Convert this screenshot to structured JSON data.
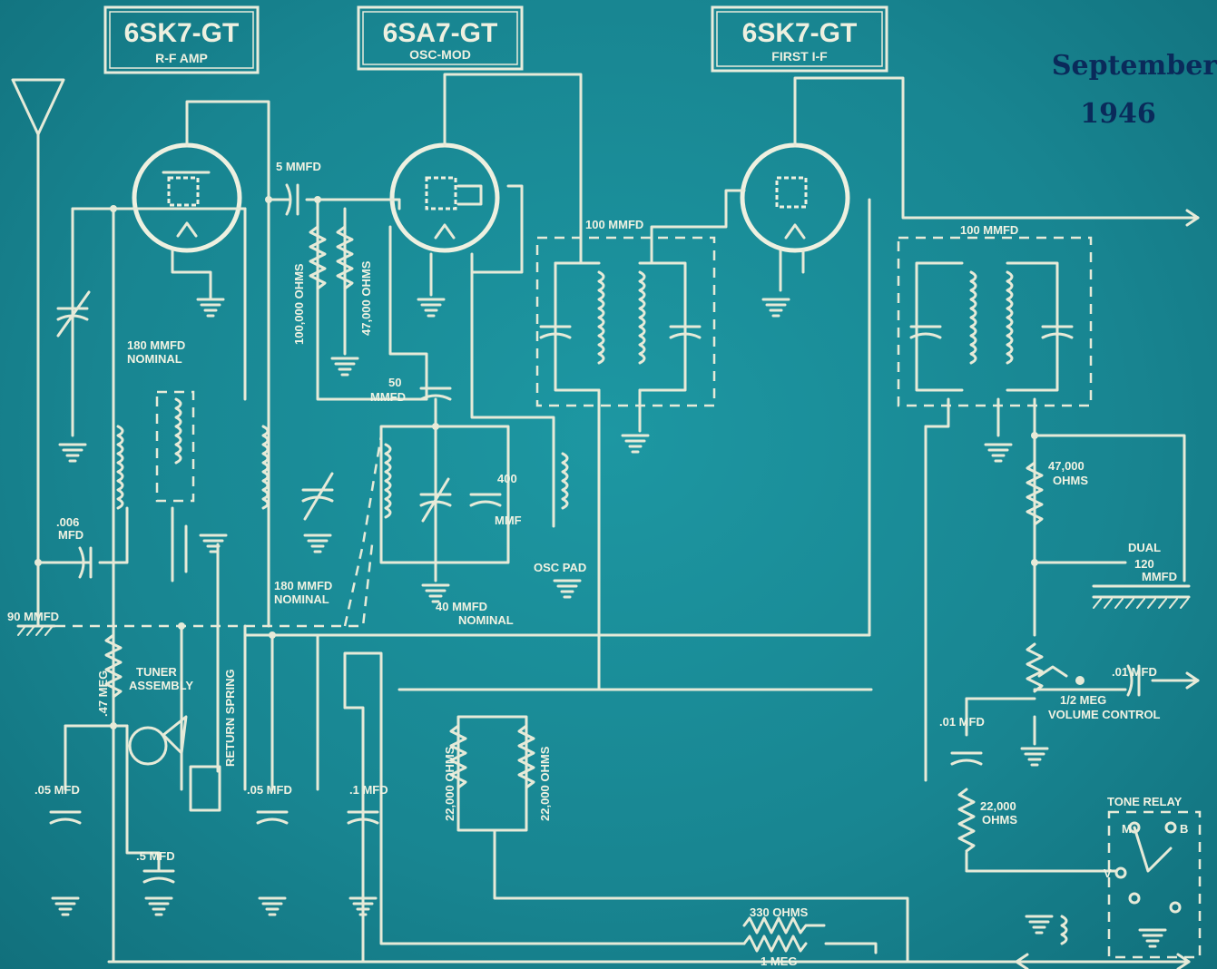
{
  "tubes": [
    {
      "type": "6SK7-GT",
      "function": "R-F AMP"
    },
    {
      "type": "6SA7-GT",
      "function": "OSC-MOD"
    },
    {
      "type": "6SK7-GT",
      "function": "FIRST I-F"
    }
  ],
  "date": {
    "month": "September",
    "year": "1946"
  },
  "labels": {
    "c_5mmfd": "5 MMFD",
    "r_100k": "100,000 OHMS",
    "r_47k_a": "47,000 OHMS",
    "c_100mmfd_a": "100 MMFD",
    "c_100mmfd_b": "100 MMFD",
    "c_180_nominal_a": "180 MMFD",
    "c_180_nominal_a2": "NOMINAL",
    "c_006": ".006",
    "c_006_unit": "MFD",
    "c_90": "90 MMFD",
    "c_50": "50",
    "c_50_unit": "MMFD",
    "c_400": "400",
    "c_400_unit": "MMF",
    "c_180_nominal_b": "180 MMFD",
    "c_180_nominal_b2": "NOMINAL",
    "c_40": "40 MMFD",
    "c_40b": "NOMINAL",
    "osc_pad": "OSC PAD",
    "r_47k_b": "47,000",
    "r_47k_b2": "OHMS",
    "dual": "DUAL",
    "dual_val": "120",
    "dual_unit": "MMFD",
    "r_47meg": ".47 MEG",
    "tuner": "TUNER",
    "tuner2": "ASSEMBLY",
    "return_spring": "RETURN SPRING",
    "c_05_a": ".05 MFD",
    "c_05_b": ".05 MFD",
    "c_1": ".1 MFD",
    "c_5": ".5 MFD",
    "r_22k_a": "22,000 OHMS",
    "r_22k_b": "22,000 OHMS",
    "c_01_a": ".01 MFD",
    "c_01_b": ".01 MFD",
    "vol_a": "1/2 MEG",
    "vol_b": "VOLUME CONTROL",
    "r_22k_c": "22,000",
    "r_22k_c2": "OHMS",
    "tone_relay": "TONE RELAY",
    "relay_m": "M",
    "relay_b": "B",
    "relay_v": "V",
    "r_330": "330 OHMS",
    "r_1meg": "1 MEG"
  }
}
